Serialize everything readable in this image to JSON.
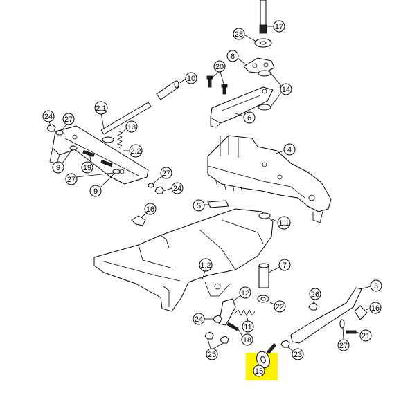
{
  "diagram": {
    "highlight_color": "#FFF200",
    "highlighted_callout": "15",
    "callouts": [
      {
        "id": "c-17",
        "label": "17"
      },
      {
        "id": "c-28",
        "label": "28"
      },
      {
        "id": "c-8",
        "label": "8"
      },
      {
        "id": "c-20",
        "label": "20"
      },
      {
        "id": "c-10",
        "label": "10"
      },
      {
        "id": "c-14",
        "label": "14"
      },
      {
        "id": "c-6",
        "label": "6"
      },
      {
        "id": "c-2-1",
        "label": "2.1"
      },
      {
        "id": "c-24a",
        "label": "24"
      },
      {
        "id": "c-27a",
        "label": "27"
      },
      {
        "id": "c-13",
        "label": "13"
      },
      {
        "id": "c-4",
        "label": "4"
      },
      {
        "id": "c-2-2",
        "label": "2.2"
      },
      {
        "id": "c-9a",
        "label": "9"
      },
      {
        "id": "c-19",
        "label": "19"
      },
      {
        "id": "c-27b",
        "label": "27"
      },
      {
        "id": "c-9b",
        "label": "9"
      },
      {
        "id": "c-27c",
        "label": "27"
      },
      {
        "id": "c-24b",
        "label": "24"
      },
      {
        "id": "c-5",
        "label": "5"
      },
      {
        "id": "c-16a",
        "label": "16"
      },
      {
        "id": "c-1-1",
        "label": "1.1"
      },
      {
        "id": "c-7",
        "label": "7"
      },
      {
        "id": "c-1-2",
        "label": "1.2"
      },
      {
        "id": "c-3",
        "label": "3"
      },
      {
        "id": "c-12",
        "label": "12"
      },
      {
        "id": "c-26",
        "label": "26"
      },
      {
        "id": "c-22",
        "label": "22"
      },
      {
        "id": "c-16b",
        "label": "16"
      },
      {
        "id": "c-24c",
        "label": "24"
      },
      {
        "id": "c-11",
        "label": "11"
      },
      {
        "id": "c-21",
        "label": "21"
      },
      {
        "id": "c-18",
        "label": "18"
      },
      {
        "id": "c-27d",
        "label": "27"
      },
      {
        "id": "c-25",
        "label": "25"
      },
      {
        "id": "c-23",
        "label": "23"
      },
      {
        "id": "c-15",
        "label": "15"
      }
    ]
  }
}
